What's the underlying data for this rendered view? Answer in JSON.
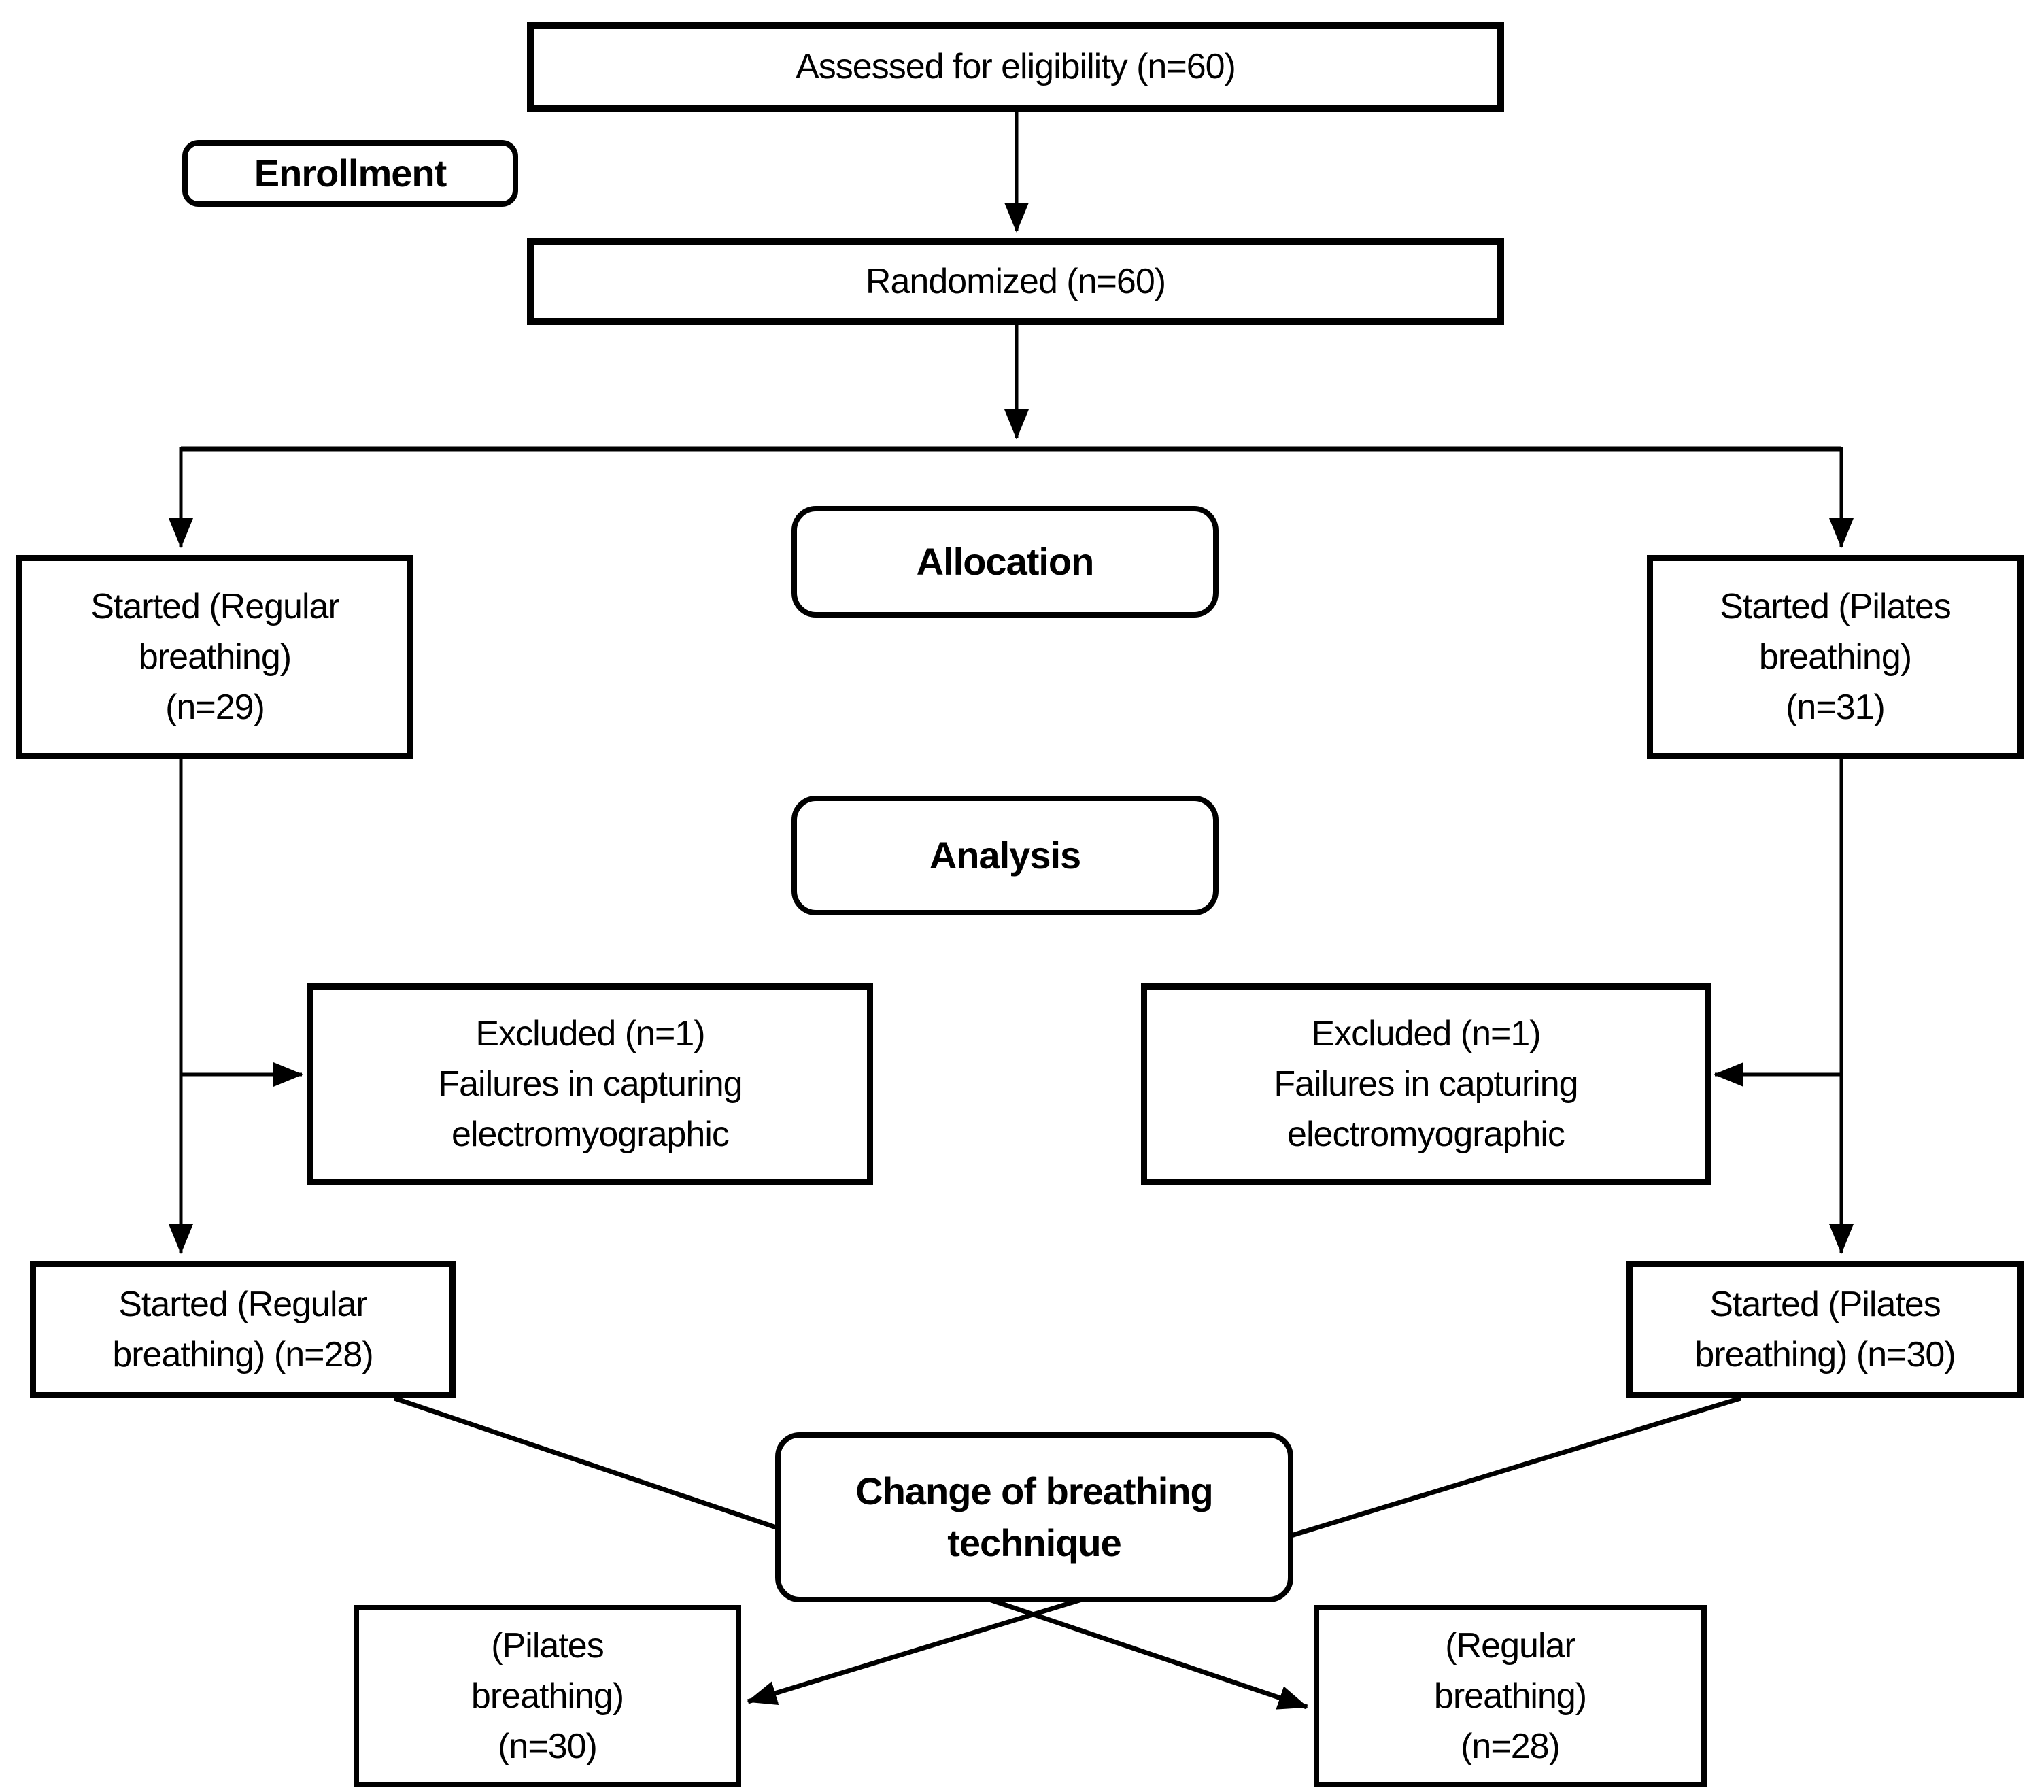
{
  "diagram": {
    "type": "consort-flowchart",
    "colors": {
      "background": "#ffffff",
      "line": "#000000",
      "box_background": "#ffffff",
      "text": "#000000"
    },
    "phases": {
      "enrollment": "Enrollment",
      "allocation": "Allocation",
      "analysis": "Analysis",
      "change_of_technique": "Change of breathing\ntechnique"
    },
    "nodes": {
      "assessed": "Assessed for eligibility (n=60)",
      "randomized": "Randomized (n=60)",
      "started_regular_29": "Started (Regular\nbreathing)\n(n=29)",
      "started_pilates_31": "Started (Pilates\nbreathing)\n(n=31)",
      "excluded_left": "Excluded (n=1)\nFailures in capturing\nelectromyographic",
      "excluded_right": "Excluded (n=1)\nFailures in capturing\nelectromyographic",
      "started_regular_28": "Started (Regular\nbreathing) (n=28)",
      "started_pilates_30": "Started (Pilates\nbreathing) (n=30)",
      "final_pilates_30": "(Pilates\nbreathing)\n(n=30)",
      "final_regular_28": "(Regular\nbreathing)\n(n=28)"
    }
  }
}
